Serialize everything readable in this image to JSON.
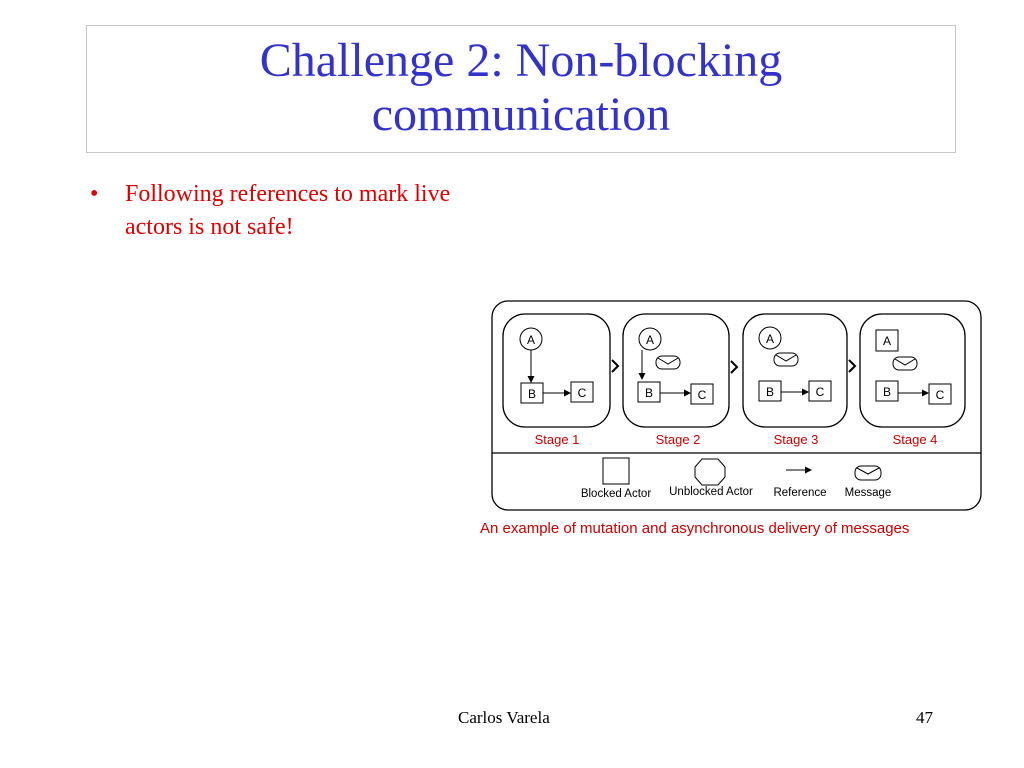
{
  "slide": {
    "title_line1": "Challenge 2:  Non-blocking",
    "title_line2": "communication",
    "bullet_symbol": "•",
    "bullet_text": "Following references to mark live actors is not safe!",
    "footer_author": "Carlos Varela",
    "footer_page": "47"
  },
  "diagram": {
    "stages": [
      {
        "label": "Stage 1",
        "a": "A",
        "b": "B",
        "c": "C"
      },
      {
        "label": "Stage 2",
        "a": "A",
        "b": "B",
        "c": "C"
      },
      {
        "label": "Stage 3",
        "a": "A",
        "b": "B",
        "c": "C"
      },
      {
        "label": "Stage 4",
        "a": "A",
        "b": "B",
        "c": "C"
      }
    ],
    "legend": {
      "blocked": "Blocked Actor",
      "unblocked": "Unblocked Actor",
      "reference": "Reference",
      "message": "Message"
    },
    "caption": "An example of mutation and asynchronous delivery of messages"
  },
  "colors": {
    "title": "#3333cc",
    "bullet": "#dd0000",
    "stage_label": "#cc0000"
  }
}
